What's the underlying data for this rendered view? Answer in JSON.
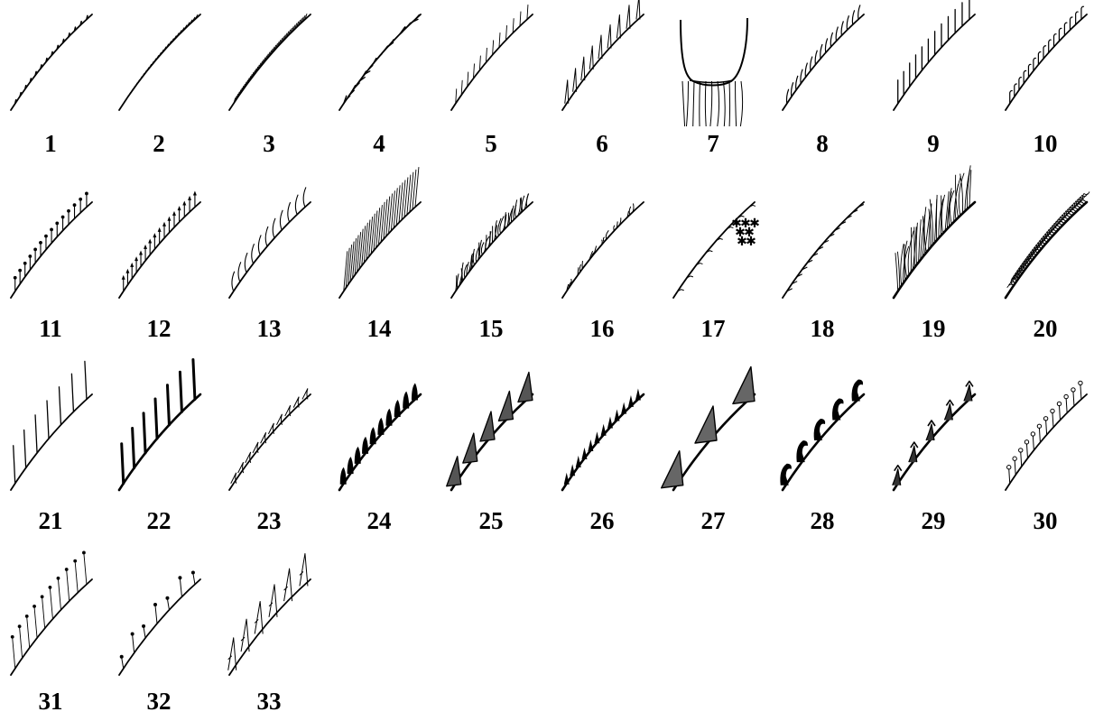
{
  "figure": {
    "items": [
      {
        "label": "1",
        "style": "minute-dots"
      },
      {
        "label": "2",
        "style": "fine-short-hairs"
      },
      {
        "label": "3",
        "style": "dense-fine-fringe"
      },
      {
        "label": "4",
        "style": "irregular-short-bristles"
      },
      {
        "label": "5",
        "style": "sparse-thin-setae"
      },
      {
        "label": "6",
        "style": "long-slender-spines"
      },
      {
        "label": "7",
        "style": "cup-with-hanging-fringe"
      },
      {
        "label": "8",
        "style": "short-curved-setae"
      },
      {
        "label": "9",
        "style": "long-straight-comb"
      },
      {
        "label": "10",
        "style": "hooked-setae"
      },
      {
        "label": "11",
        "style": "knobbed-setae"
      },
      {
        "label": "12",
        "style": "knobbed-setae-dense"
      },
      {
        "label": "13",
        "style": "bent-setae"
      },
      {
        "label": "14",
        "style": "long-dense-fringe"
      },
      {
        "label": "15",
        "style": "tangled-pile"
      },
      {
        "label": "16",
        "style": "patchy-short-pile"
      },
      {
        "label": "17",
        "style": "scattered-stellate"
      },
      {
        "label": "18",
        "style": "appressed-scales"
      },
      {
        "label": "19",
        "style": "long-shaggy-hairs"
      },
      {
        "label": "20",
        "style": "woolly-mat"
      },
      {
        "label": "21",
        "style": "long-thin-spines"
      },
      {
        "label": "22",
        "style": "thick-long-spines"
      },
      {
        "label": "23",
        "style": "small-curved-hooks"
      },
      {
        "label": "24",
        "style": "stout-solid-teeth"
      },
      {
        "label": "25",
        "style": "broad-triangular-prickles"
      },
      {
        "label": "26",
        "style": "small-solid-teeth"
      },
      {
        "label": "27",
        "style": "large-triangular-prickles"
      },
      {
        "label": "28",
        "style": "recurved-claws"
      },
      {
        "label": "29",
        "style": "barbed-spines"
      },
      {
        "label": "30",
        "style": "glandular-stalks"
      },
      {
        "label": "31",
        "style": "glandular-hairs-long"
      },
      {
        "label": "32",
        "style": "sparse-glandular-hairs"
      },
      {
        "label": "33",
        "style": "slender-branched-spines"
      }
    ]
  },
  "colors": {
    "ink": "#000000",
    "background": "#ffffff"
  }
}
